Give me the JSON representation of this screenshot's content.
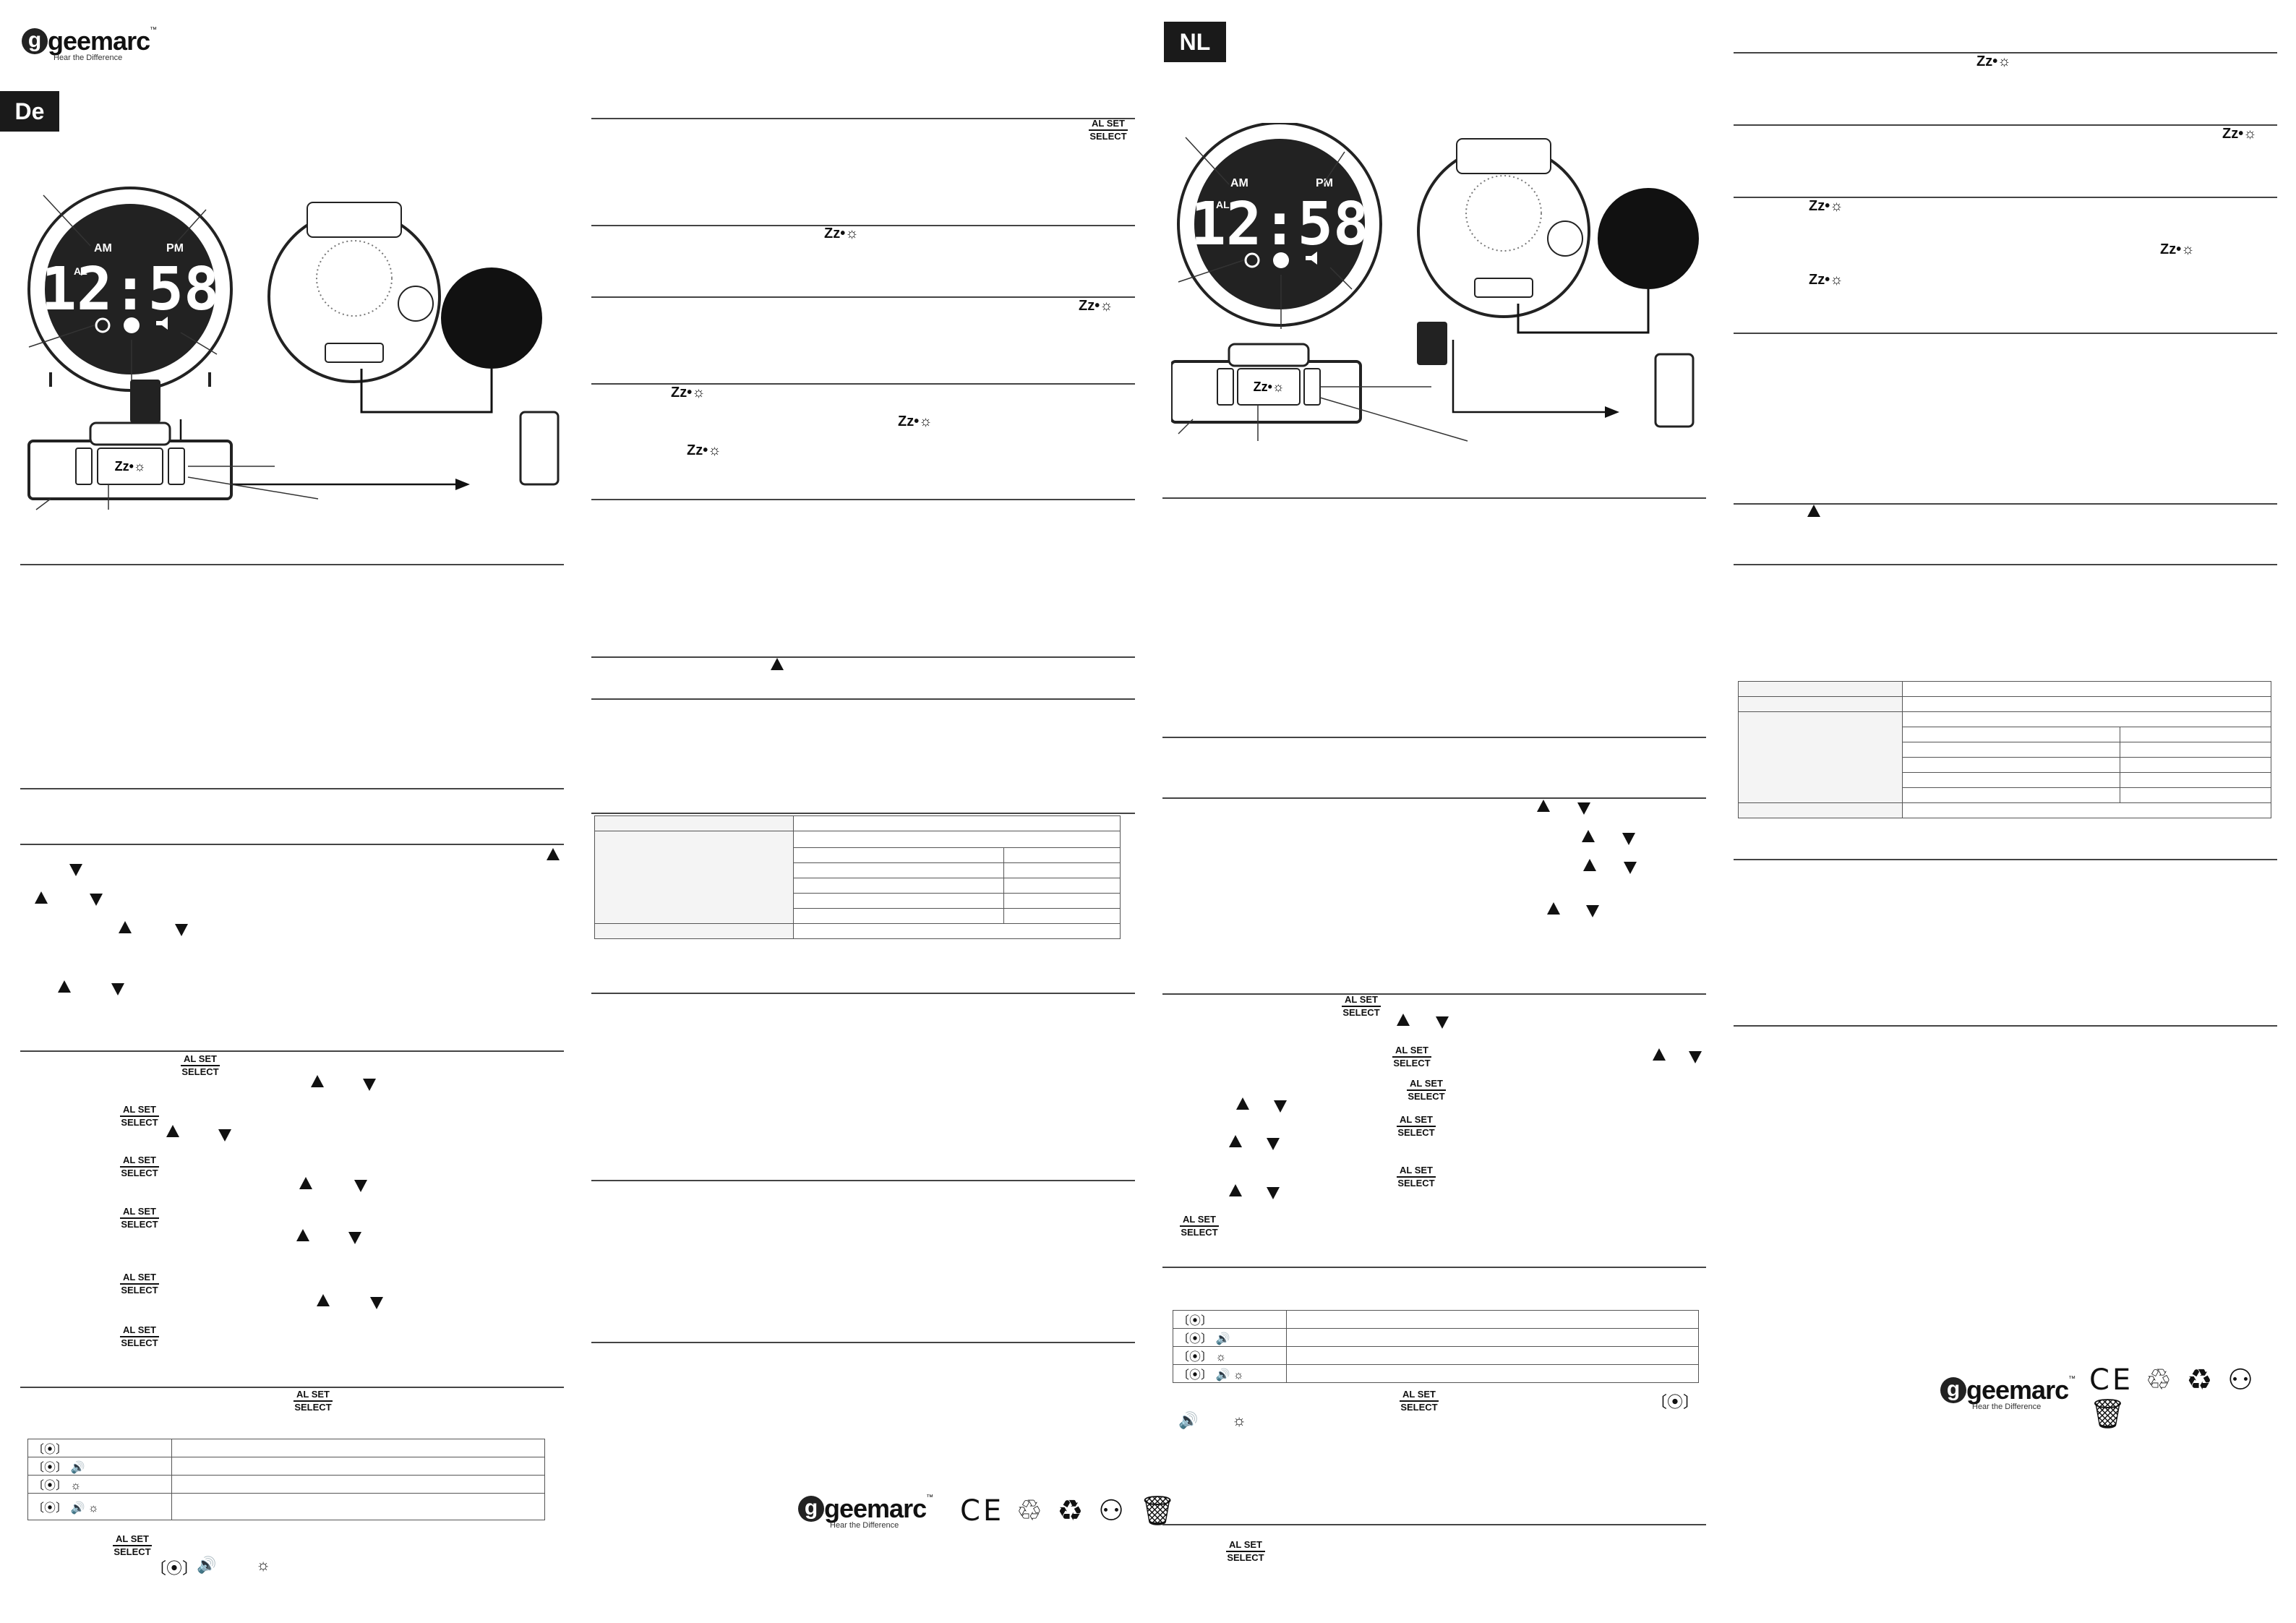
{
  "brand": {
    "name": "geemarc",
    "trademark": "™",
    "tagline": "Hear the Difference"
  },
  "sections": {
    "de_badge": "De",
    "nl_badge": "NL"
  },
  "clock_display": {
    "time": "12:58",
    "am": "AM",
    "pm": "PM",
    "al": "AL"
  },
  "buttons": {
    "alset_top": "AL SET",
    "alset_bottom": "SELECT",
    "snooze": "Zz",
    "up": "▲",
    "down": "▼"
  },
  "icons": {
    "vibration": "vibration-icon",
    "sound": "speaker-icon",
    "light": "light-icon",
    "snooze_light": "snooze-light-icon"
  },
  "certifications": "CE ♲ ♻ ⚇ 🗑"
}
